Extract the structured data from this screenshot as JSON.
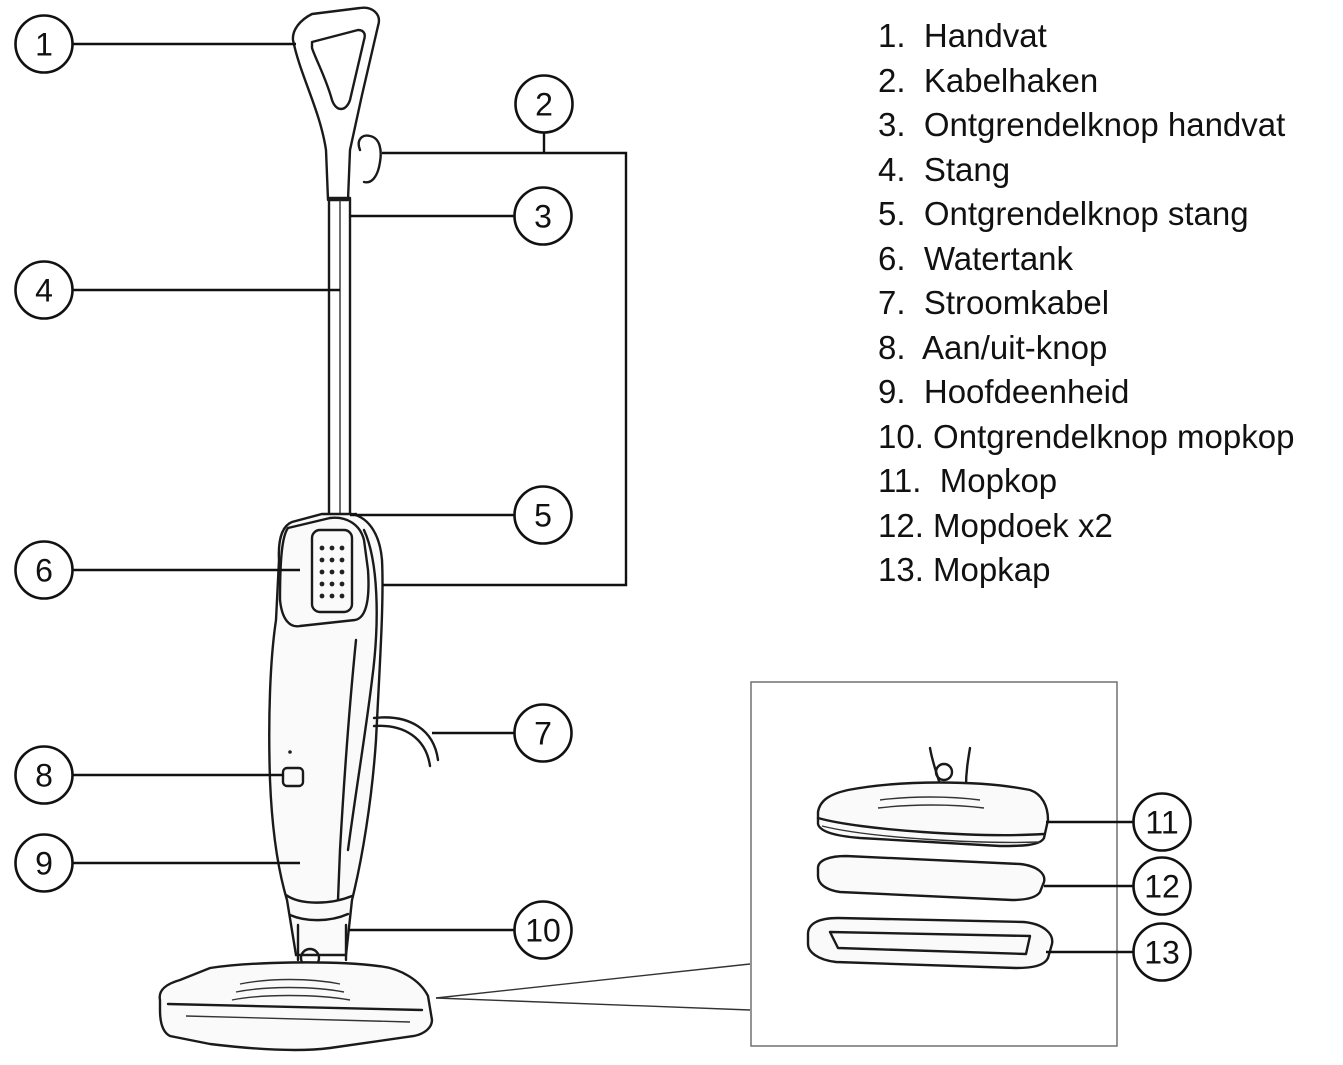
{
  "legend": [
    "1.  Handvat",
    "2.  Kabelhaken",
    "3.  Ontgrendelknop handvat",
    "4.  Stang",
    "5.  Ontgrendelknop stang",
    "6.  Watertank",
    "7.  Stroomkabel",
    "8.  Aan/uit-knop",
    "9.  Hoofdeenheid",
    "10. Ontgrendelknop mopkop",
    "11.  Mopkop",
    "12. Mopdoek x2",
    "13. Mopkap"
  ],
  "callouts": [
    "1",
    "2",
    "3",
    "4",
    "5",
    "6",
    "7",
    "8",
    "9",
    "10",
    "11",
    "12",
    "13"
  ]
}
